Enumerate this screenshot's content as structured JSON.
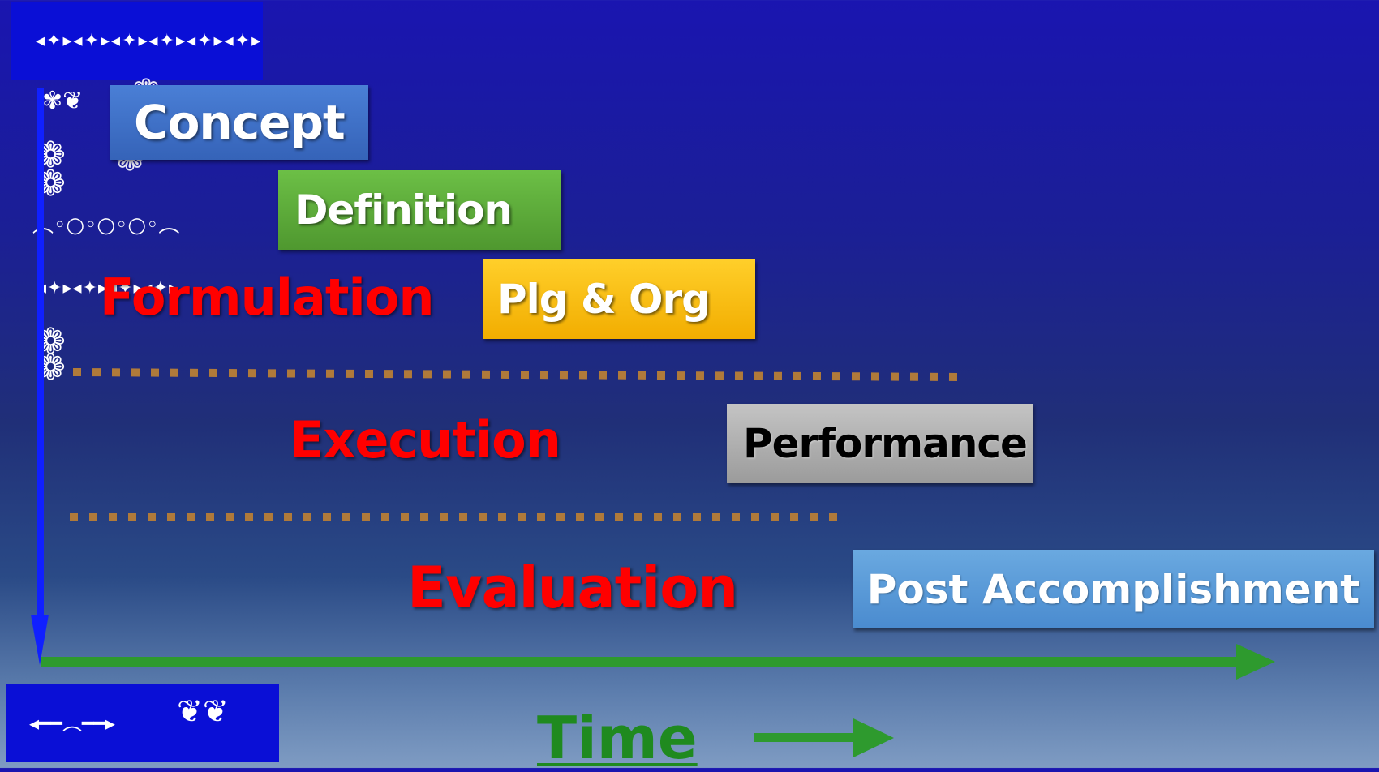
{
  "stages": {
    "concept": "Concept",
    "definition": "Definition",
    "plg_org": "Plg & Org",
    "performance": "Performance",
    "post_accomplishment": "Post Accomplishment"
  },
  "phases": {
    "formulation": "Formulation",
    "execution": "Execution",
    "evaluation": "Evaluation"
  },
  "time_label": "Time",
  "colors": {
    "concept": "#3f6fc4",
    "definition": "#5aa33b",
    "plg_org": "#f5b800",
    "performance": "#a9a9a9",
    "post_accomplishment": "#5b9bd5",
    "phase_text": "#ff0000",
    "time": "#1f8a1f",
    "arrow_vertical": "#1020ff",
    "separator": "#b07a3a"
  },
  "icons": [
    "ornament-scroll",
    "arrow-down-icon",
    "arrow-right-icon"
  ]
}
